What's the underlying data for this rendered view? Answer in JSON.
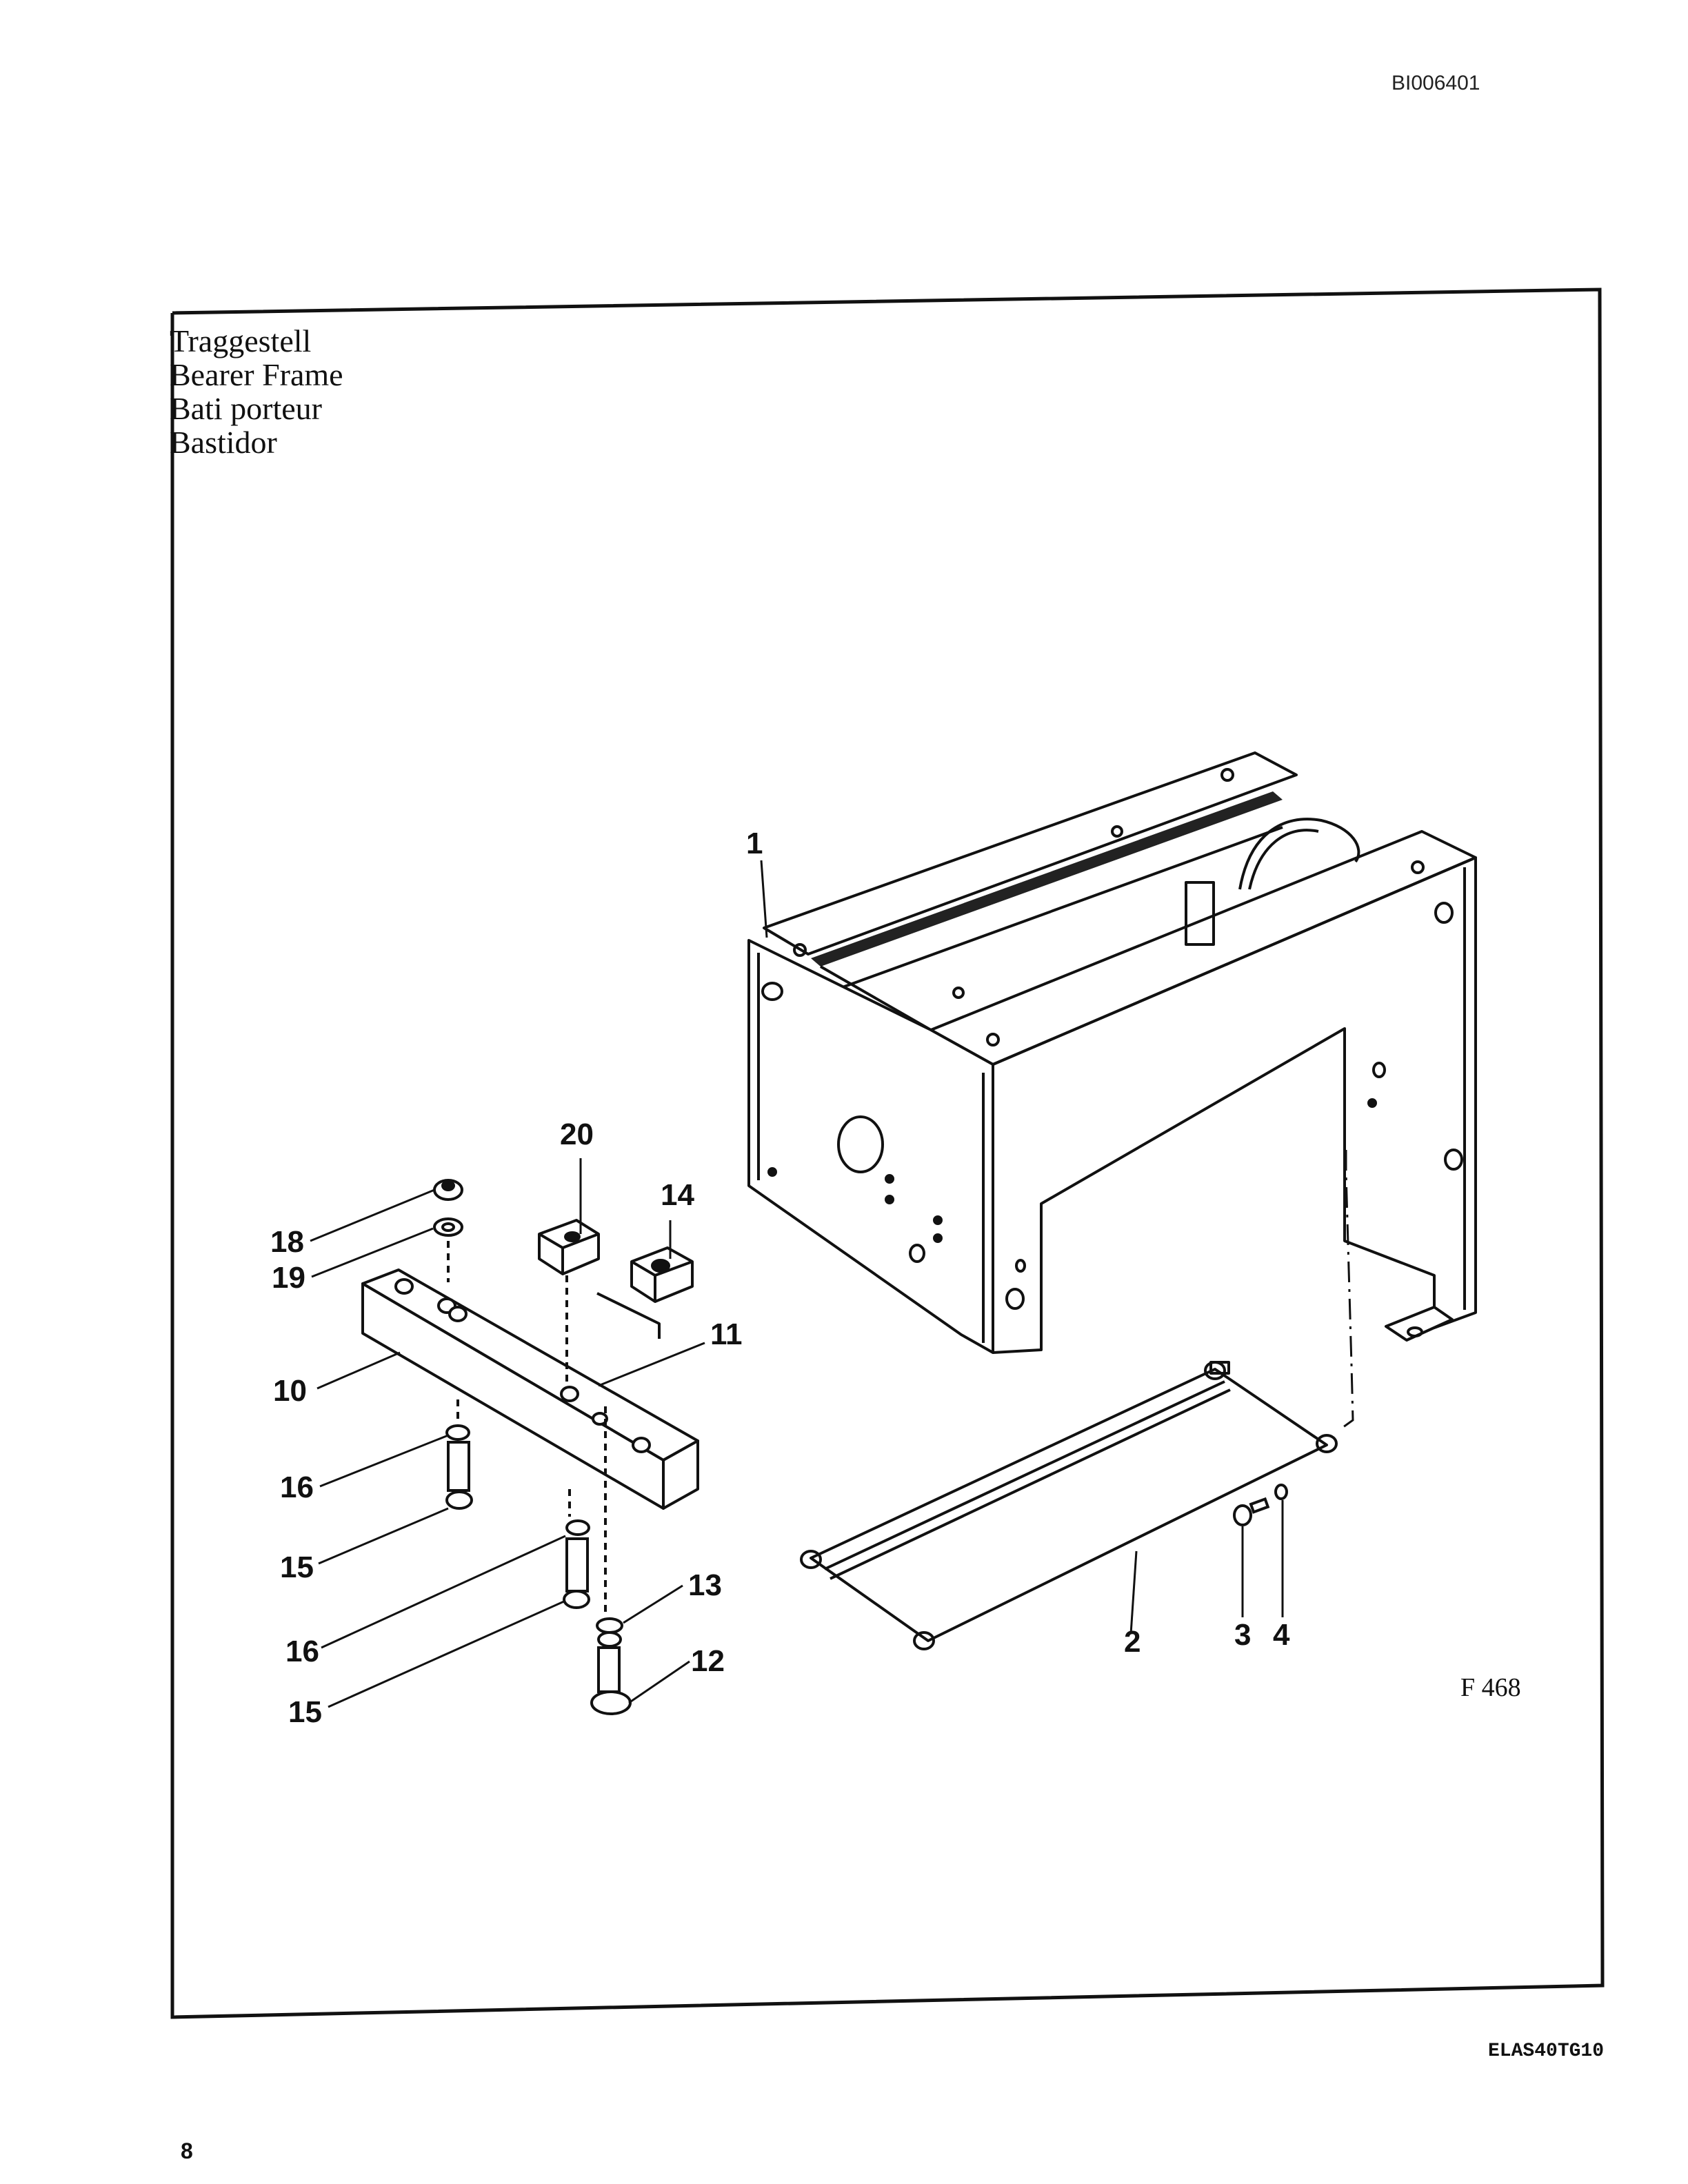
{
  "header": {
    "document_id": "BI006401"
  },
  "title": {
    "de": "Traggestell",
    "en": "Bearer Frame",
    "fr": "Bati porteur",
    "es": "Bastidor"
  },
  "figure": {
    "code": "F 468",
    "callouts": [
      {
        "id": "c1",
        "label": "1"
      },
      {
        "id": "c2",
        "label": "2"
      },
      {
        "id": "c3",
        "label": "3"
      },
      {
        "id": "c4",
        "label": "4"
      },
      {
        "id": "c10",
        "label": "10"
      },
      {
        "id": "c11",
        "label": "11"
      },
      {
        "id": "c12",
        "label": "12"
      },
      {
        "id": "c13",
        "label": "13"
      },
      {
        "id": "c14",
        "label": "14"
      },
      {
        "id": "c15a",
        "label": "15"
      },
      {
        "id": "c15b",
        "label": "15"
      },
      {
        "id": "c16a",
        "label": "16"
      },
      {
        "id": "c16b",
        "label": "16"
      },
      {
        "id": "c18",
        "label": "18"
      },
      {
        "id": "c19",
        "label": "19"
      },
      {
        "id": "c20",
        "label": "20"
      }
    ]
  },
  "footer": {
    "reference_code": "ELAS40TG10",
    "page_number": "8"
  }
}
